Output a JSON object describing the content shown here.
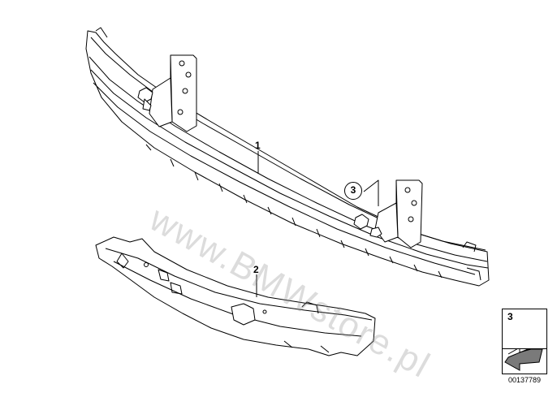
{
  "callouts": {
    "part1": "1",
    "part2": "2",
    "part3": "3"
  },
  "legend": {
    "item_number": "3",
    "doc_number": "00137789"
  },
  "watermark": "www.BMWstore.pl",
  "colors": {
    "line": "#000000",
    "watermark": "#8c8c8c",
    "arrow_fill": "#7a7a7a"
  }
}
